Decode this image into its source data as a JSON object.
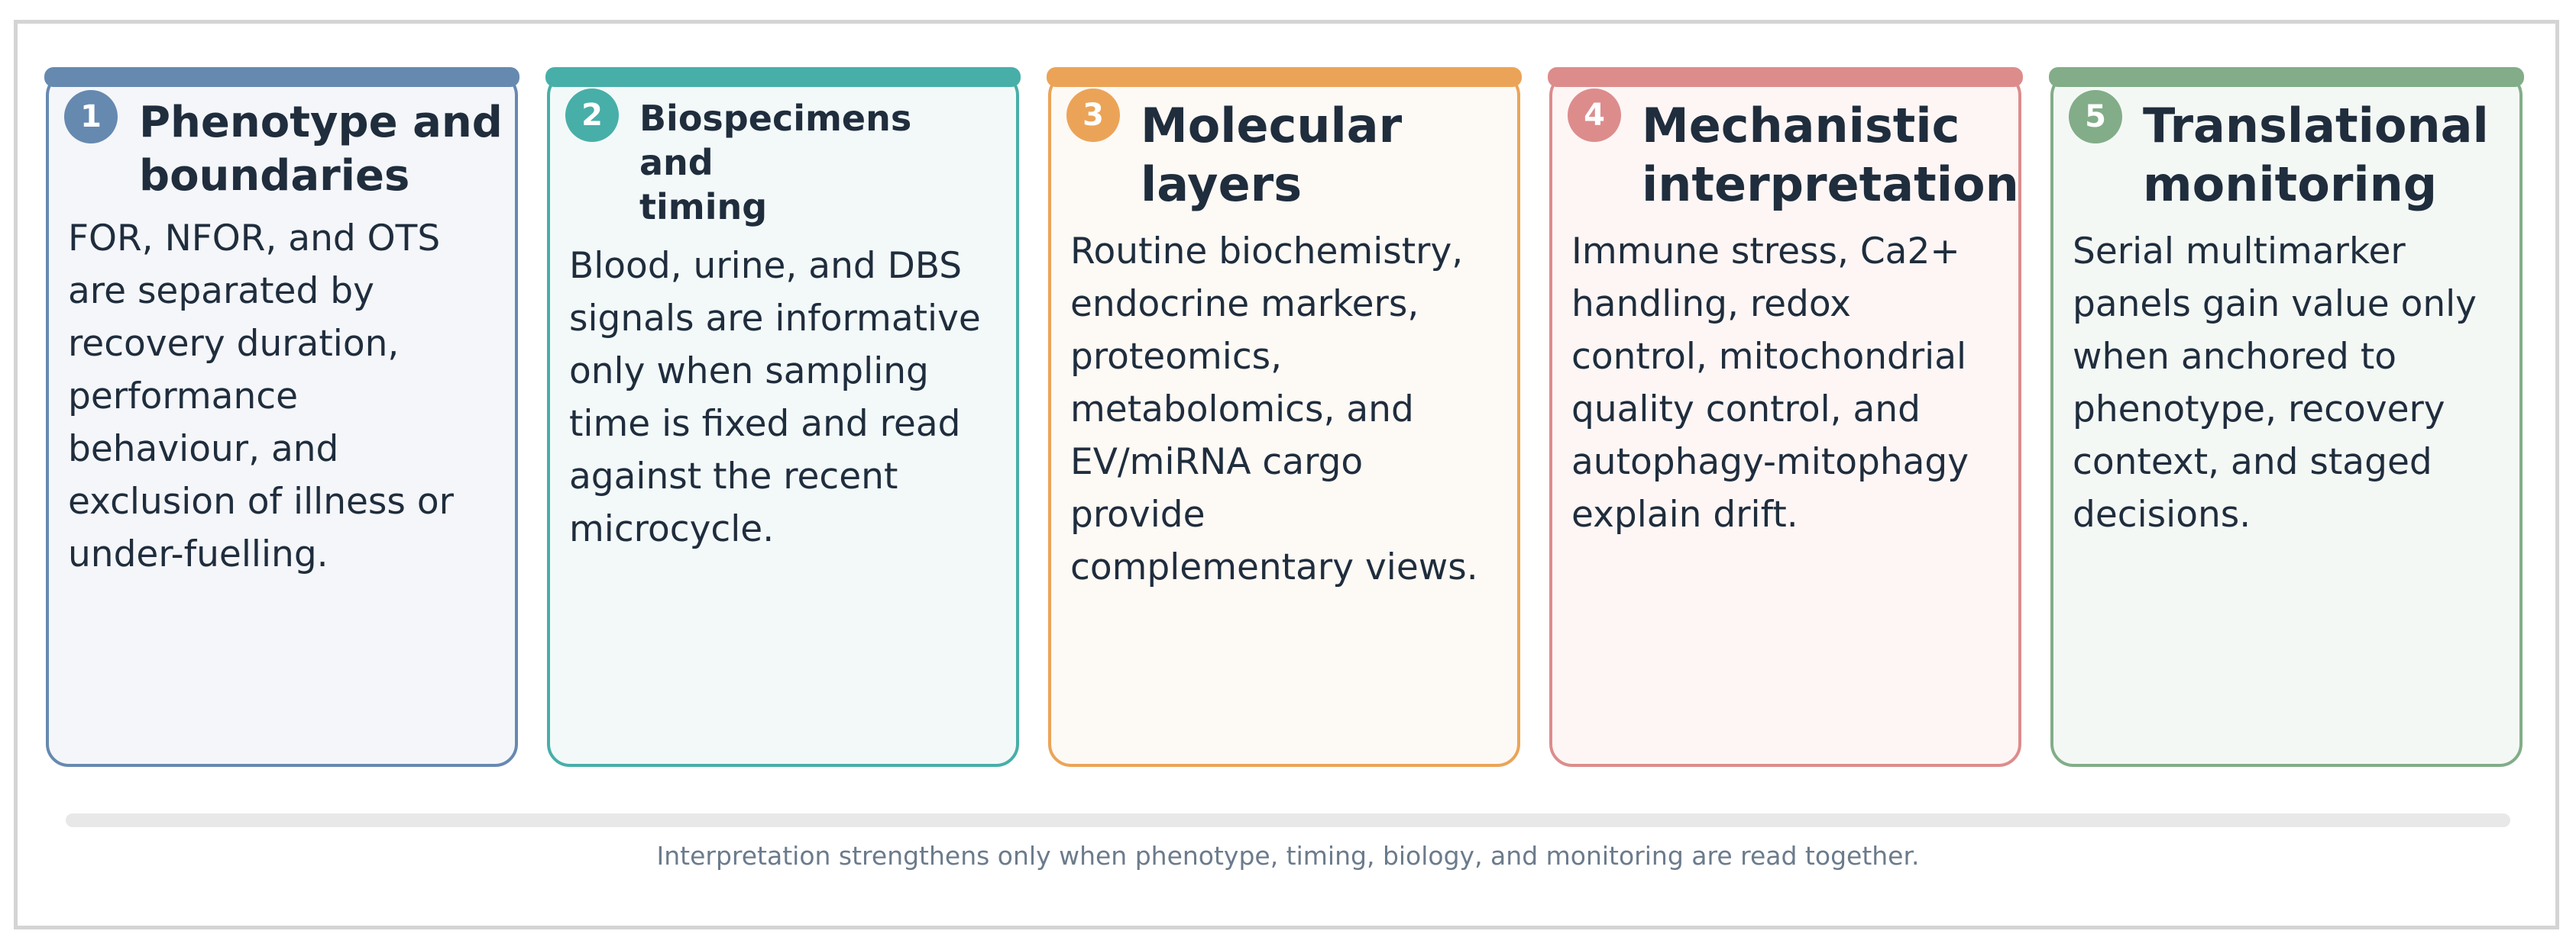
{
  "colors": {
    "card1": "#6689b0",
    "card2": "#47afa8",
    "card3": "#eba457",
    "card4": "#dd8c8c",
    "card5": "#82ad88",
    "text": "#1f2d3d",
    "footer": "#6b7b8c"
  },
  "cards": [
    {
      "number": "1",
      "title_lines": [
        "Phenotype and",
        "boundaries"
      ],
      "body_lines": [
        "FOR, NFOR, and OTS",
        "are separated by",
        "recovery duration,",
        "performance",
        "behaviour, and",
        "exclusion of illness or",
        "under-fuelling."
      ]
    },
    {
      "number": "2",
      "title_lines": [
        "Biospecimens",
        "and",
        "timing"
      ],
      "body_lines": [
        "Blood, urine, and DBS",
        "signals are informative",
        "only when sampling",
        "time is fixed and read",
        "against the recent",
        "microcycle."
      ]
    },
    {
      "number": "3",
      "title_lines": [
        "Molecular",
        "layers"
      ],
      "body_lines": [
        "Routine biochemistry,",
        "endocrine markers,",
        "proteomics,",
        "metabolomics, and",
        "EV/miRNA cargo",
        "provide",
        "complementary views."
      ]
    },
    {
      "number": "4",
      "title_lines": [
        "Mechanistic",
        "interpretation"
      ],
      "body_lines": [
        "Immune stress, Ca2+",
        "handling, redox",
        "control, mitochondrial",
        "quality control, and",
        "autophagy-mitophagy",
        "explain drift."
      ]
    },
    {
      "number": "5",
      "title_lines": [
        "Translational",
        "monitoring"
      ],
      "body_lines": [
        "Serial multimarker",
        "panels gain value only",
        "when anchored to",
        "phenotype, recovery",
        "context, and staged",
        "decisions."
      ]
    }
  ],
  "footer": {
    "note": "Interpretation strengthens only when phenotype, timing, biology, and monitoring are read together."
  }
}
